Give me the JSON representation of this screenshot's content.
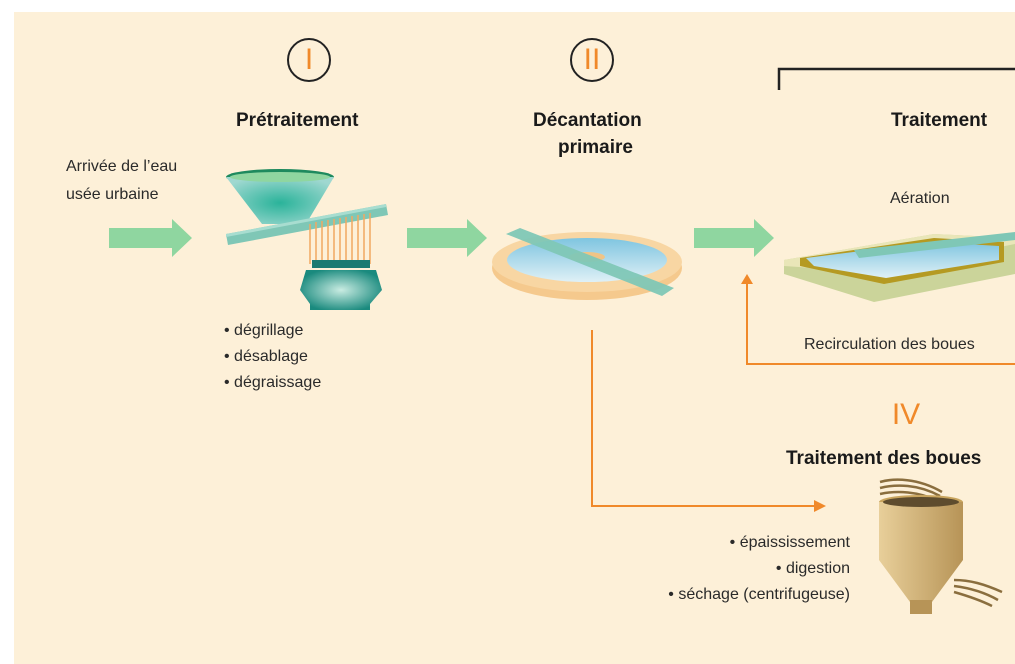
{
  "stages": {
    "s1": {
      "numeral": "I",
      "title": "Prétraitement"
    },
    "s2": {
      "numeral": "II",
      "title_line1": "Décantation",
      "title_line2": "primaire"
    },
    "s3": {
      "title": "Traitement"
    },
    "s4": {
      "numeral": "IV",
      "title": "Traitement des boues"
    }
  },
  "labels": {
    "inlet_line1": "Arrivée de l’eau",
    "inlet_line2": "usée urbaine",
    "aeration": "Aération",
    "recirculation": "Recirculation des boues"
  },
  "pretreatment_steps": [
    "dégrillage",
    "désablage",
    "dégraissage"
  ],
  "sludge_steps": [
    "épaississement",
    "digestion",
    "séchage (centrifugeuse)"
  ],
  "colors": {
    "background": "#fdf0d8",
    "flow_arrow": "#8fd6a0",
    "sludge_line": "#f0892a",
    "numeral": "#f0892a"
  }
}
